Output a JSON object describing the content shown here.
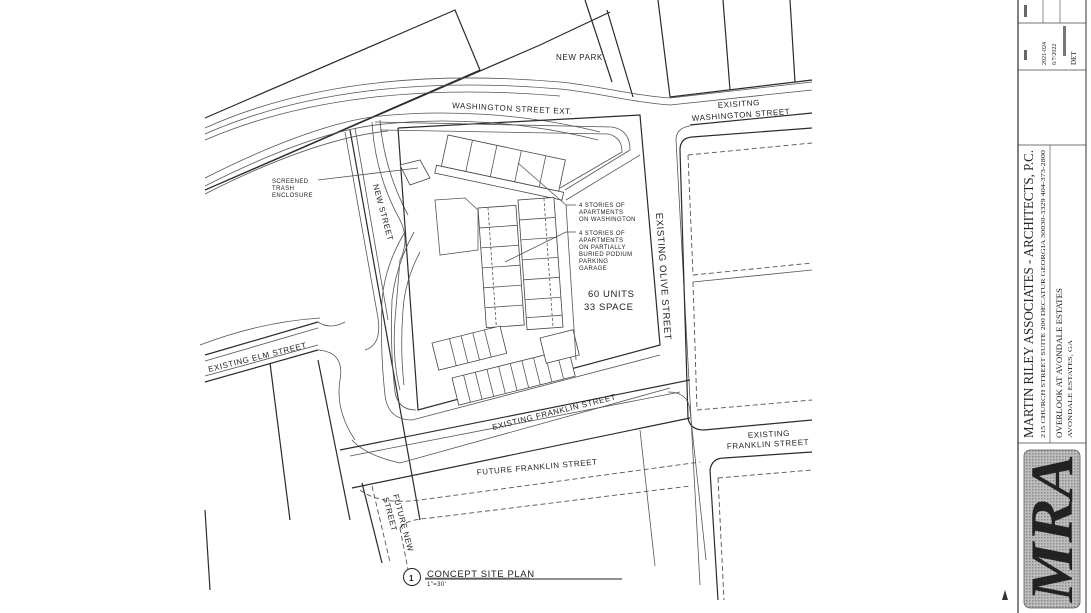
{
  "drawing": {
    "title": "CONCEPT SITE PLAN",
    "detail_number": "1",
    "scale": "1\"=30'"
  },
  "streets": {
    "washington_ext": "WASHINGTON STREET EXT.",
    "existing_washington_1": "EXISITNG",
    "existing_washington_2": "WASHINGTON STREET",
    "new_street": "NEW STREET",
    "existing_olive": "EXISTING OLIVE STREET",
    "existing_elm": "EXISTING ELM STREET",
    "existing_franklin": "EXISTING FRANKLIN STREET",
    "future_franklin": "FUTURE FRANKLIN STREET",
    "existing_franklin_right_1": "EXISTING",
    "existing_franklin_right_2": "FRANKLIN STREET",
    "future_new_street_1": "FUTURE NEW",
    "future_new_street_2": "STREET"
  },
  "labels": {
    "new_park": "NEW PARK",
    "trash_1": "SCREENED",
    "trash_2": "TRASH",
    "trash_3": "ENCLOSURE",
    "apt_wash_1": "4 STORIES OF",
    "apt_wash_2": "APARTMENTS",
    "apt_wash_3": "ON WASHINGTON",
    "apt_podium_1": "4 STORIES OF",
    "apt_podium_2": "APARTMENTS",
    "apt_podium_3": "ON PARTIALLY",
    "apt_podium_4": "BURIED PODIUM",
    "apt_podium_5": "PARKING",
    "apt_podium_6": "GARAGE",
    "units": "60 UNITS",
    "spaces": "33 SPACE"
  },
  "title_block": {
    "firm": "MARTIN RILEY ASSOCIATES - ARCHITECTS, P.C.",
    "address": "215 CHURCH STREET  SUITE 200  DECATUR GEORGIA 30030-3329  404-373-2800",
    "project": "OVERLOOK AT AVONDALE ESTATES",
    "location": "AVONDALE ESTATES, GA",
    "logo": "MRA",
    "job_number": "2021-024",
    "date": "6/7/2022",
    "drawn_by": "DET"
  },
  "colors": {
    "line": "#2b2b2b",
    "paper": "#ffffff",
    "logo_fill": "#9a9a9a"
  }
}
